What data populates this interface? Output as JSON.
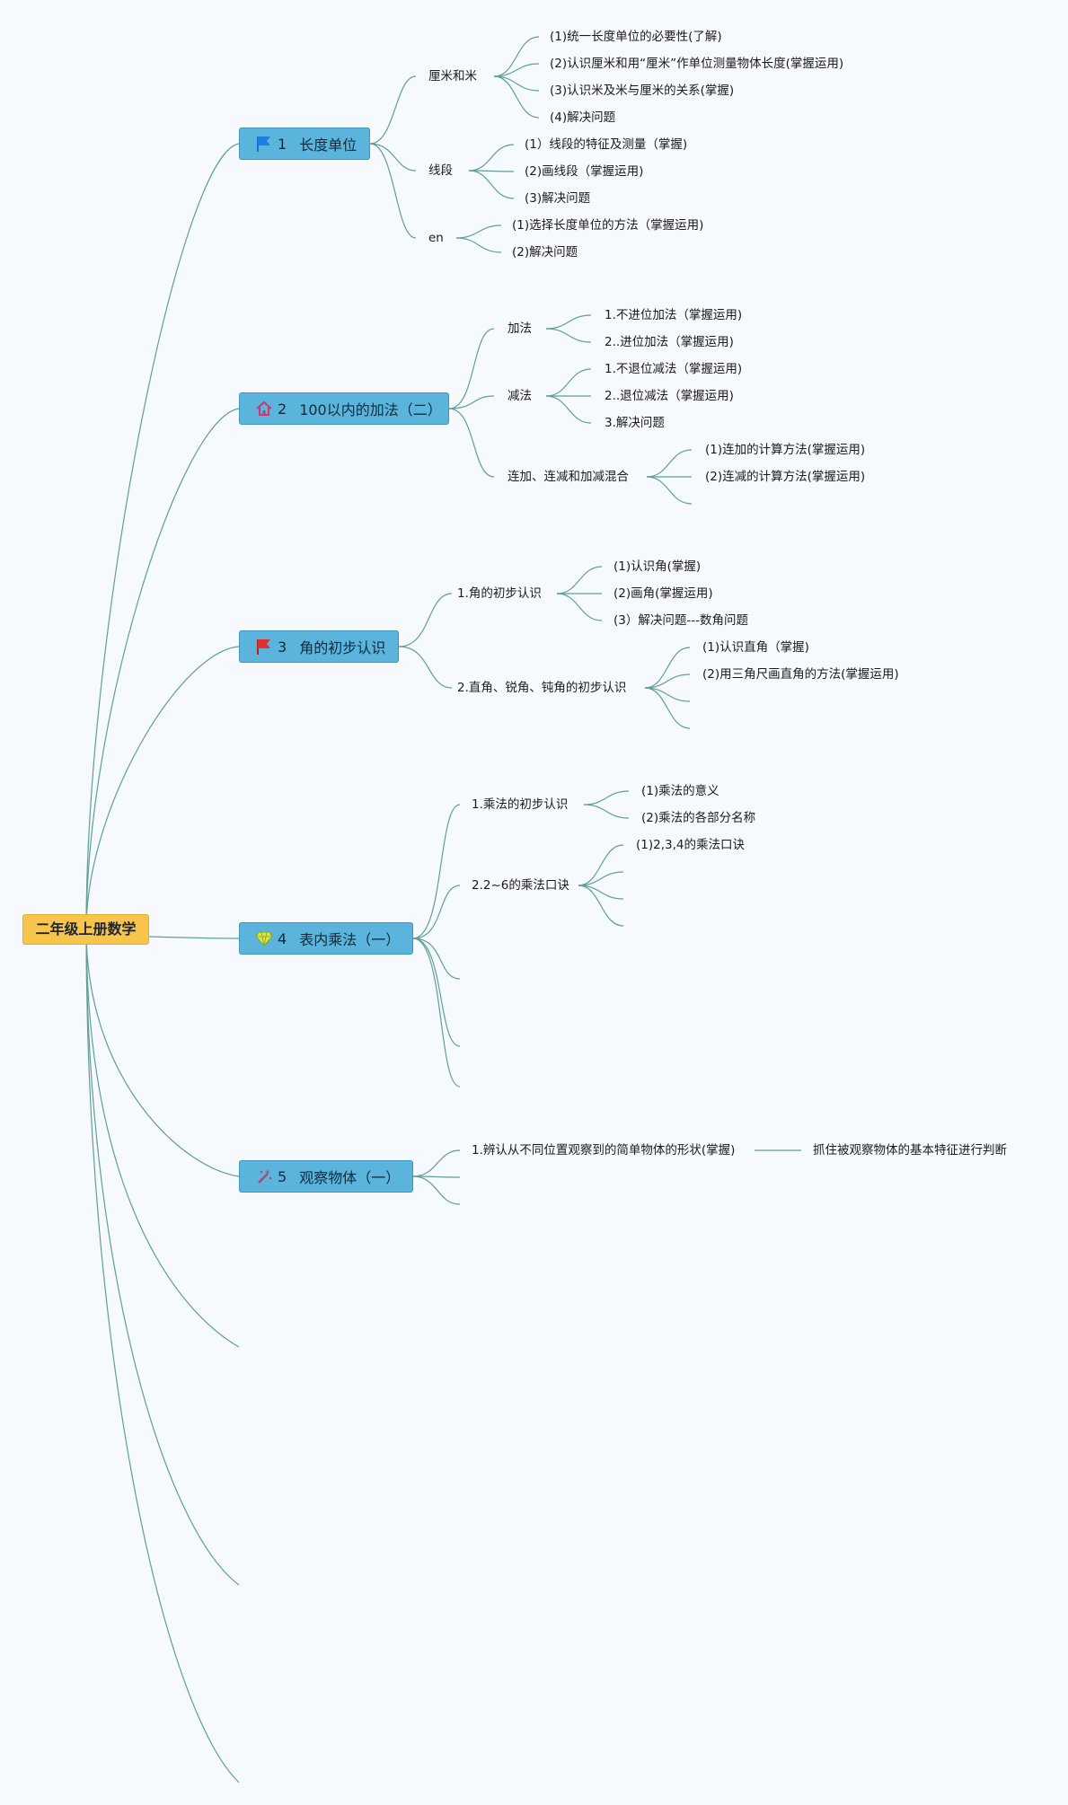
{
  "root": {
    "label": "二年级上册数学"
  },
  "topics": [
    {
      "num": "1",
      "label": "长度单位",
      "icon": "flag-blue-icon",
      "subtopics": [
        {
          "label": "厘米和米",
          "items": [
            "(1)统一长度单位的必要性(了解)",
            "(2)认识厘米和用“厘米”作单位测量物体长度(掌握运用)",
            "(3)认识米及米与厘米的关系(掌握)",
            "(4)解决问题"
          ]
        },
        {
          "label": "线段",
          "items": [
            "(1）线段的特征及测量（掌握)",
            "(2)画线段（掌握运用)",
            "(3)解决问题"
          ]
        },
        {
          "label": "en",
          "items": [
            "(1)选择长度单位的方法（掌握运用)",
            "(2)解决问题"
          ]
        }
      ]
    },
    {
      "num": "2",
      "label": "100以内的加法（二）",
      "icon": "house-icon",
      "subtopics": [
        {
          "label": "加法",
          "items": [
            "1.不进位加法（掌握运用)",
            "2..进位加法（掌握运用)"
          ]
        },
        {
          "label": "减法",
          "items": [
            "1.不退位减法（掌握运用)",
            "2..退位减法（掌握运用)",
            "3.解决问题"
          ]
        },
        {
          "label": "连加、连减和加减混合",
          "items": [
            "(1)连加的计算方法(掌握运用)",
            "(2)连减的计算方法(掌握运用)"
          ]
        }
      ]
    },
    {
      "num": "3",
      "label": "角的初步认识",
      "icon": "flag-red-icon",
      "subtopics": [
        {
          "label": "1.角的初步认识",
          "items": [
            "(1)认识角(掌握)",
            "(2)画角(掌握运用)",
            "(3）解决问题---数角问题"
          ]
        },
        {
          "label": "2.直角、锐角、钝角的初步认识",
          "items": [
            "(1)认识直角（掌握)",
            "(2)用三角尺画直角的方法(掌握运用)"
          ]
        }
      ]
    },
    {
      "num": "4",
      "label": "表内乘法（一）",
      "icon": "gem-icon",
      "subtopics": [
        {
          "label": "1.乘法的初步认识",
          "items": [
            "(1)乘法的意义",
            "(2)乘法的各部分名称"
          ]
        },
        {
          "label": "2.2~6的乘法口诀",
          "items": [
            "(1)2,3,4的乘法口诀"
          ]
        }
      ]
    },
    {
      "num": "5",
      "label": "观察物体（一）",
      "icon": "wand-icon",
      "subtopics": [
        {
          "label": "1.辨认从不同位置观察到的简单物体的形状(掌握)",
          "items": [
            "抓住被观察物体的基本特征进行判断"
          ]
        }
      ]
    }
  ],
  "colors": {
    "connector": "#5f9f96",
    "root_fill": "#f7c54b",
    "topic_fill": "#5ab4dc",
    "background": "#f6f9fd"
  }
}
